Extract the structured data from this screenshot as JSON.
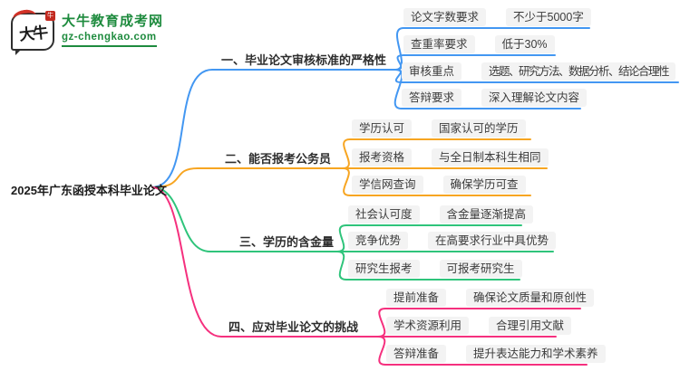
{
  "logo": {
    "icon_text": "大牛",
    "site_name": "大牛教育成考网",
    "site_domain": "gz-chengkao.com",
    "green": "#1E8B3E",
    "red": "#D23227"
  },
  "root": {
    "label": "2025年广东函授本科毕业论文"
  },
  "branches": [
    {
      "label": "一、毕业论文审核标准的严格性",
      "color": "#4397F2",
      "items": [
        {
          "key": "论文字数要求",
          "value": "不少于5000字"
        },
        {
          "key": "查重率要求",
          "value": "低于30%"
        },
        {
          "key": "审核重点",
          "value": "选题、研究方法、数据分析、结论合理性"
        },
        {
          "key": "答辩要求",
          "value": "深入理解论文内容"
        }
      ]
    },
    {
      "label": "二、能否报考公务员",
      "color": "#F7A521",
      "items": [
        {
          "key": "学历认可",
          "value": "国家认可的学历"
        },
        {
          "key": "报考资格",
          "value": "与全日制本科生相同"
        },
        {
          "key": "学信网查询",
          "value": "确保学历可查"
        }
      ]
    },
    {
      "label": "三、学历的含金量",
      "color": "#2FC47B",
      "items": [
        {
          "key": "社会认可度",
          "value": "含金量逐渐提高"
        },
        {
          "key": "竞争优势",
          "value": "在高要求行业中具优势"
        },
        {
          "key": "研究生报考",
          "value": "可报考研究生"
        }
      ]
    },
    {
      "label": "四、应对毕业论文的挑战",
      "color": "#F5307E",
      "items": [
        {
          "key": "提前准备",
          "value": "确保论文质量和原创性"
        },
        {
          "key": "学术资源利用",
          "value": "合理引用文献"
        },
        {
          "key": "答辩准备",
          "value": "提升表达能力和学术素养"
        }
      ]
    }
  ]
}
